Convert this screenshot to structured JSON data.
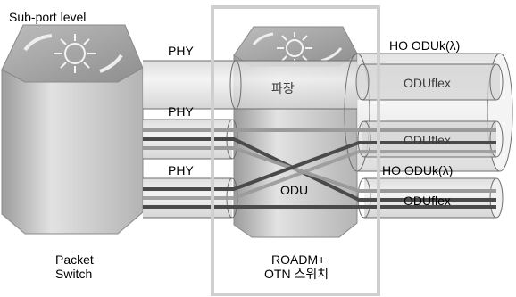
{
  "labels": {
    "subport_level": "Sub-port level",
    "phy_1": "PHY",
    "phy_2": "PHY",
    "phy_3": "PHY",
    "pajang": "파장",
    "odu": "ODU",
    "ho_oduk_top": "HO ODUk(λ)",
    "oduflex_1": "ODUflex",
    "oduflex_2": "ODUflex",
    "ho_oduk_bottom": "HO ODUk(λ)",
    "oduflex_3": "ODUflex",
    "packet": "Packet",
    "switch": "Switch",
    "roadm_line1": "ROADM+",
    "roadm_line2": "OTN 스위치"
  },
  "colors": {
    "box_outline": "#cfcfcf",
    "device_top": "#a9a9a9",
    "device_body": "#c8c8c8",
    "tube_fill": "#e6e6e6",
    "tube_stroke": "#6e6e6e",
    "line_dark": "#4a4a4a",
    "line_light": "#9a9a9a"
  }
}
